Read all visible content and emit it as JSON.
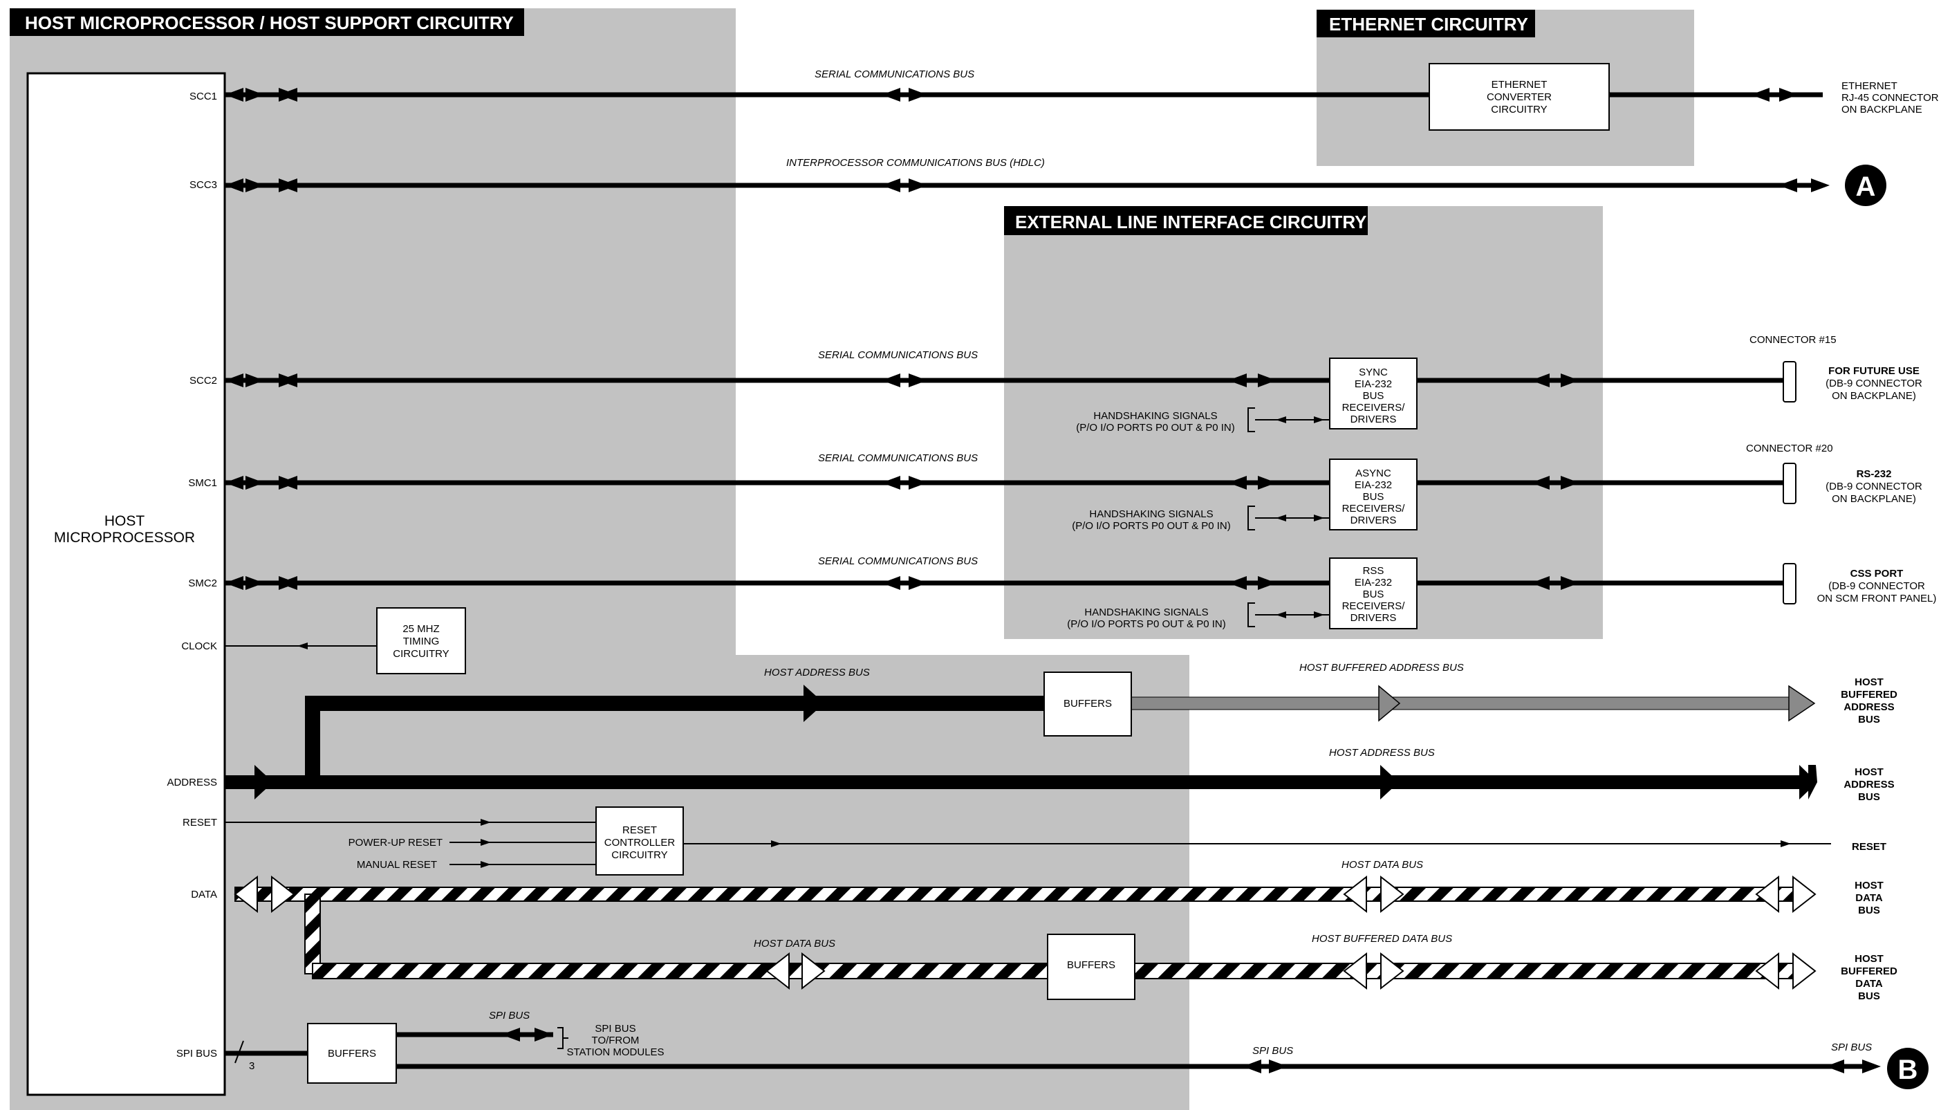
{
  "headers": {
    "host": "HOST MICROPROCESSOR / HOST SUPPORT CIRCUITRY",
    "ethernet": "ETHERNET CIRCUITRY",
    "external": "EXTERNAL LINE INTERFACE CIRCUITRY"
  },
  "host_microprocessor": [
    "HOST",
    "MICROPROCESSOR"
  ],
  "pins": {
    "scc1": "SCC1",
    "scc3": "SCC3",
    "scc2": "SCC2",
    "smc1": "SMC1",
    "smc2": "SMC2",
    "clock": "CLOCK",
    "address": "ADDRESS",
    "reset": "RESET",
    "data": "DATA",
    "spi": "SPI BUS"
  },
  "bus_labels": {
    "serial_comm": "SERIAL COMMUNICATIONS BUS",
    "interprocessor": "INTERPROCESSOR COMMUNICATIONS BUS (HDLC)",
    "host_address": "HOST ADDRESS BUS",
    "host_buffered_address": "HOST BUFFERED ADDRESS BUS",
    "host_data": "HOST DATA BUS",
    "host_buffered_data": "HOST BUFFERED DATA BUS",
    "spi": "SPI BUS"
  },
  "boxes": {
    "ethernet_converter": [
      "ETHERNET",
      "CONVERTER",
      "CIRCUITRY"
    ],
    "sync": [
      "SYNC",
      "EIA-232",
      "BUS",
      "RECEIVERS/",
      "DRIVERS"
    ],
    "async": [
      "ASYNC",
      "EIA-232",
      "BUS",
      "RECEIVERS/",
      "DRIVERS"
    ],
    "rss": [
      "RSS",
      "EIA-232",
      "BUS",
      "RECEIVERS/",
      "DRIVERS"
    ],
    "timing": [
      "25 MHZ",
      "TIMING",
      "CIRCUITRY"
    ],
    "buffers": "BUFFERS",
    "reset_controller": [
      "RESET",
      "CONTROLLER",
      "CIRCUITRY"
    ]
  },
  "handshaking": [
    "HANDSHAKING SIGNALS",
    "(P/O I/O PORTS P0 OUT & P0 IN)"
  ],
  "reset_inputs": {
    "power_up": "POWER-UP RESET",
    "manual": "MANUAL RESET"
  },
  "spi_to_from": [
    "SPI BUS",
    "TO/FROM",
    "STATION MODULES"
  ],
  "spi_width": "3",
  "connectors": {
    "c15": "CONNECTOR #15",
    "c20": "CONNECTOR #20"
  },
  "right_labels": {
    "ethernet": [
      "ETHERNET",
      "RJ-45 CONNECTOR",
      "ON BACKPLANE"
    ],
    "future": [
      "FOR FUTURE USE",
      "(DB-9 CONNECTOR",
      "ON BACKPLANE)"
    ],
    "rs232": [
      "RS-232",
      "(DB-9 CONNECTOR",
      "ON BACKPLANE)"
    ],
    "css": [
      "CSS PORT",
      "(DB-9 CONNECTOR",
      "ON SCM FRONT PANEL)"
    ],
    "host_buffered_address": [
      "HOST",
      "BUFFERED",
      "ADDRESS",
      "BUS"
    ],
    "host_address": [
      "HOST",
      "ADDRESS",
      "BUS"
    ],
    "reset": "RESET",
    "host_data": [
      "HOST",
      "DATA",
      "BUS"
    ],
    "host_buffered_data": [
      "HOST",
      "BUFFERED",
      "DATA",
      "BUS"
    ]
  },
  "circles": {
    "a": "A",
    "b": "B"
  },
  "colors": {
    "shade": "#c2c2c2",
    "bus": "#000000",
    "buffered_bus": "#8a8a8a",
    "box_fill": "#ffffff"
  }
}
